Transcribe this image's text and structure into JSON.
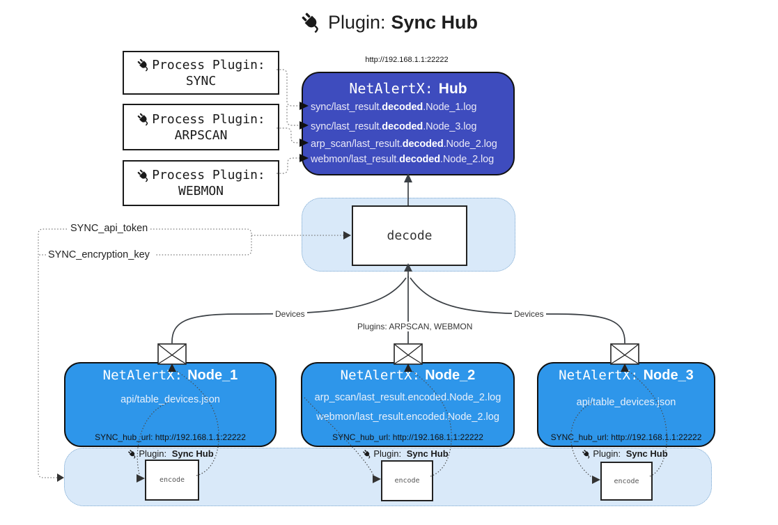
{
  "title": {
    "prefix": "Plugin:",
    "name": "Sync Hub"
  },
  "process_plugins": [
    {
      "label": "Process Plugin:",
      "name": "SYNC"
    },
    {
      "label": "Process Plugin:",
      "name": "ARPSCAN"
    },
    {
      "label": "Process Plugin:",
      "name": "WEBMON"
    }
  ],
  "hub": {
    "url": "http://192.168.1.1:22222",
    "title_prefix": "NetAlertX:",
    "title_name": "Hub",
    "rows": [
      {
        "pre": "sync/last_result.",
        "bold": "decoded",
        "post": ".Node_1.log"
      },
      {
        "pre": "sync/last_result.",
        "bold": "decoded",
        "post": ".Node_3.log"
      },
      {
        "pre": "arp_scan/last_result.",
        "bold": "decoded",
        "post": ".Node_2.log"
      },
      {
        "pre": "webmon/last_result.",
        "bold": "decoded",
        "post": ".Node_2.log"
      }
    ]
  },
  "decode": {
    "label": "decode"
  },
  "settings": {
    "api_token": "SYNC_api_token",
    "encryption_key": "SYNC_encryption_key"
  },
  "edge_labels": {
    "devices_left": "Devices",
    "plugins_mid": "Plugins: ARPSCAN, WEBMON",
    "devices_right": "Devices"
  },
  "nodes": [
    {
      "title_prefix": "NetAlertX:",
      "title_name": "Node_1",
      "files": [
        "api/table_devices.json"
      ],
      "hub_url": "SYNC_hub_url: http://192.168.1.1:22222"
    },
    {
      "title_prefix": "NetAlertX:",
      "title_name": "Node_2",
      "files": [
        "arp_scan/last_result.encoded.Node_2.log",
        "webmon/last_result.encoded.Node_2.log"
      ],
      "hub_url": "SYNC_hub_url: http://192.168.1.1:22222"
    },
    {
      "title_prefix": "NetAlertX:",
      "title_name": "Node_3",
      "files": [
        "api/table_devices.json"
      ],
      "hub_url": "SYNC_hub_url: http://192.168.1.1:22222"
    }
  ],
  "encoders": [
    {
      "plugin_label": "Plugin:",
      "plugin_name": "Sync Hub",
      "box_label": "encode"
    },
    {
      "plugin_label": "Plugin:",
      "plugin_name": "Sync Hub",
      "box_label": "encode"
    },
    {
      "plugin_label": "Plugin:",
      "plugin_name": "Sync Hub",
      "box_label": "encode"
    }
  ],
  "colors": {
    "hub-fill": "#3e4cbe",
    "node-fill": "#2e96ea",
    "panel-fill": "#d9e9f9"
  }
}
